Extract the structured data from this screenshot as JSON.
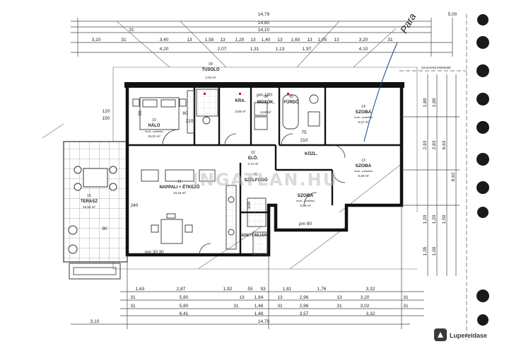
{
  "top_dims": {
    "row1": [
      "14,79"
    ],
    "row2": [
      "14,80"
    ],
    "row3": [
      "14,10"
    ],
    "row4": [
      "31",
      "3,10",
      "31",
      "3,40",
      "13",
      "1,58",
      "13",
      "1,20",
      "13",
      "1,40",
      "13",
      "1,60",
      "13",
      "1,05",
      "13",
      "3,20",
      "31"
    ],
    "row5": [
      "4,20",
      "2,07",
      "1,31",
      "1,13",
      "1,97",
      "4,10"
    ],
    "far_right": "5,00"
  },
  "rooms": [
    {
      "num": "09",
      "name": "TUSOLO",
      "area": "2,04 m²"
    },
    {
      "num": "10",
      "name": "HÁLÓ",
      "area": "15,22 m²"
    },
    {
      "num": "",
      "name": "KRA.",
      "area": "3,69 m²"
    },
    {
      "num": "06",
      "name": "MOSÓK.",
      "area": "6,68 m²"
    },
    {
      "num": "05",
      "name": "FÜRDŐ",
      "area": ""
    },
    {
      "num": "14",
      "name": "SZOBA",
      "area": "9,27 m²"
    },
    {
      "num": "13",
      "name": "SZOBA",
      "area": "9,29 m²"
    },
    {
      "num": "02",
      "name": "ELŐ.",
      "area": "2,74 m²"
    },
    {
      "num": "",
      "name": "KÖZL.",
      "area": ""
    },
    {
      "num": "11",
      "name": "NAPPALI + ÉTKEZŐ",
      "area": "34,16 m²"
    },
    {
      "num": "01",
      "name": "SZÉLFOGÓ",
      "area": ""
    },
    {
      "num": "",
      "name": "SZOBA",
      "area": "9,38 m²"
    },
    {
      "num": "",
      "name": "FEDETT BEJÁRÓ",
      "area": ""
    },
    {
      "num": "15",
      "name": "TERASZ",
      "area": "16,53 m²"
    }
  ],
  "floor_label": "burk.: parketta",
  "plot_line": "Szomszéd telekhatár",
  "room_sizes": [
    "90",
    "210",
    "75",
    "210",
    "120",
    "150",
    "240",
    "pm 90",
    "pm 180",
    "pm 30",
    "80",
    "30",
    "100",
    "90"
  ],
  "right_dims": [
    "1,80",
    "1,80",
    "2,93",
    "2,83",
    "6,63",
    "8,62",
    "1,20",
    "1,20",
    "1,50",
    "1,35",
    "1,00"
  ],
  "bottom_dims": {
    "row1": [
      "1,63",
      "2,87",
      "1,92",
      "55",
      "93",
      "1,81",
      "1,76",
      "3,32"
    ],
    "row2": [
      "31",
      "5,80",
      "13",
      "1,84",
      "13",
      "2,96",
      "13",
      "3,20",
      "31"
    ],
    "row3": [
      "31",
      "5,80",
      "31",
      "1,48",
      "31",
      "2,96",
      "31",
      "3,02",
      "31"
    ],
    "row4": [
      "6,41",
      "1,48",
      "3,57",
      "3,32"
    ],
    "row5": [
      "3,10",
      "14,79"
    ]
  },
  "watermark": "INGATLAN.HU",
  "handwriting": "Para",
  "brand": "Lupereidase"
}
